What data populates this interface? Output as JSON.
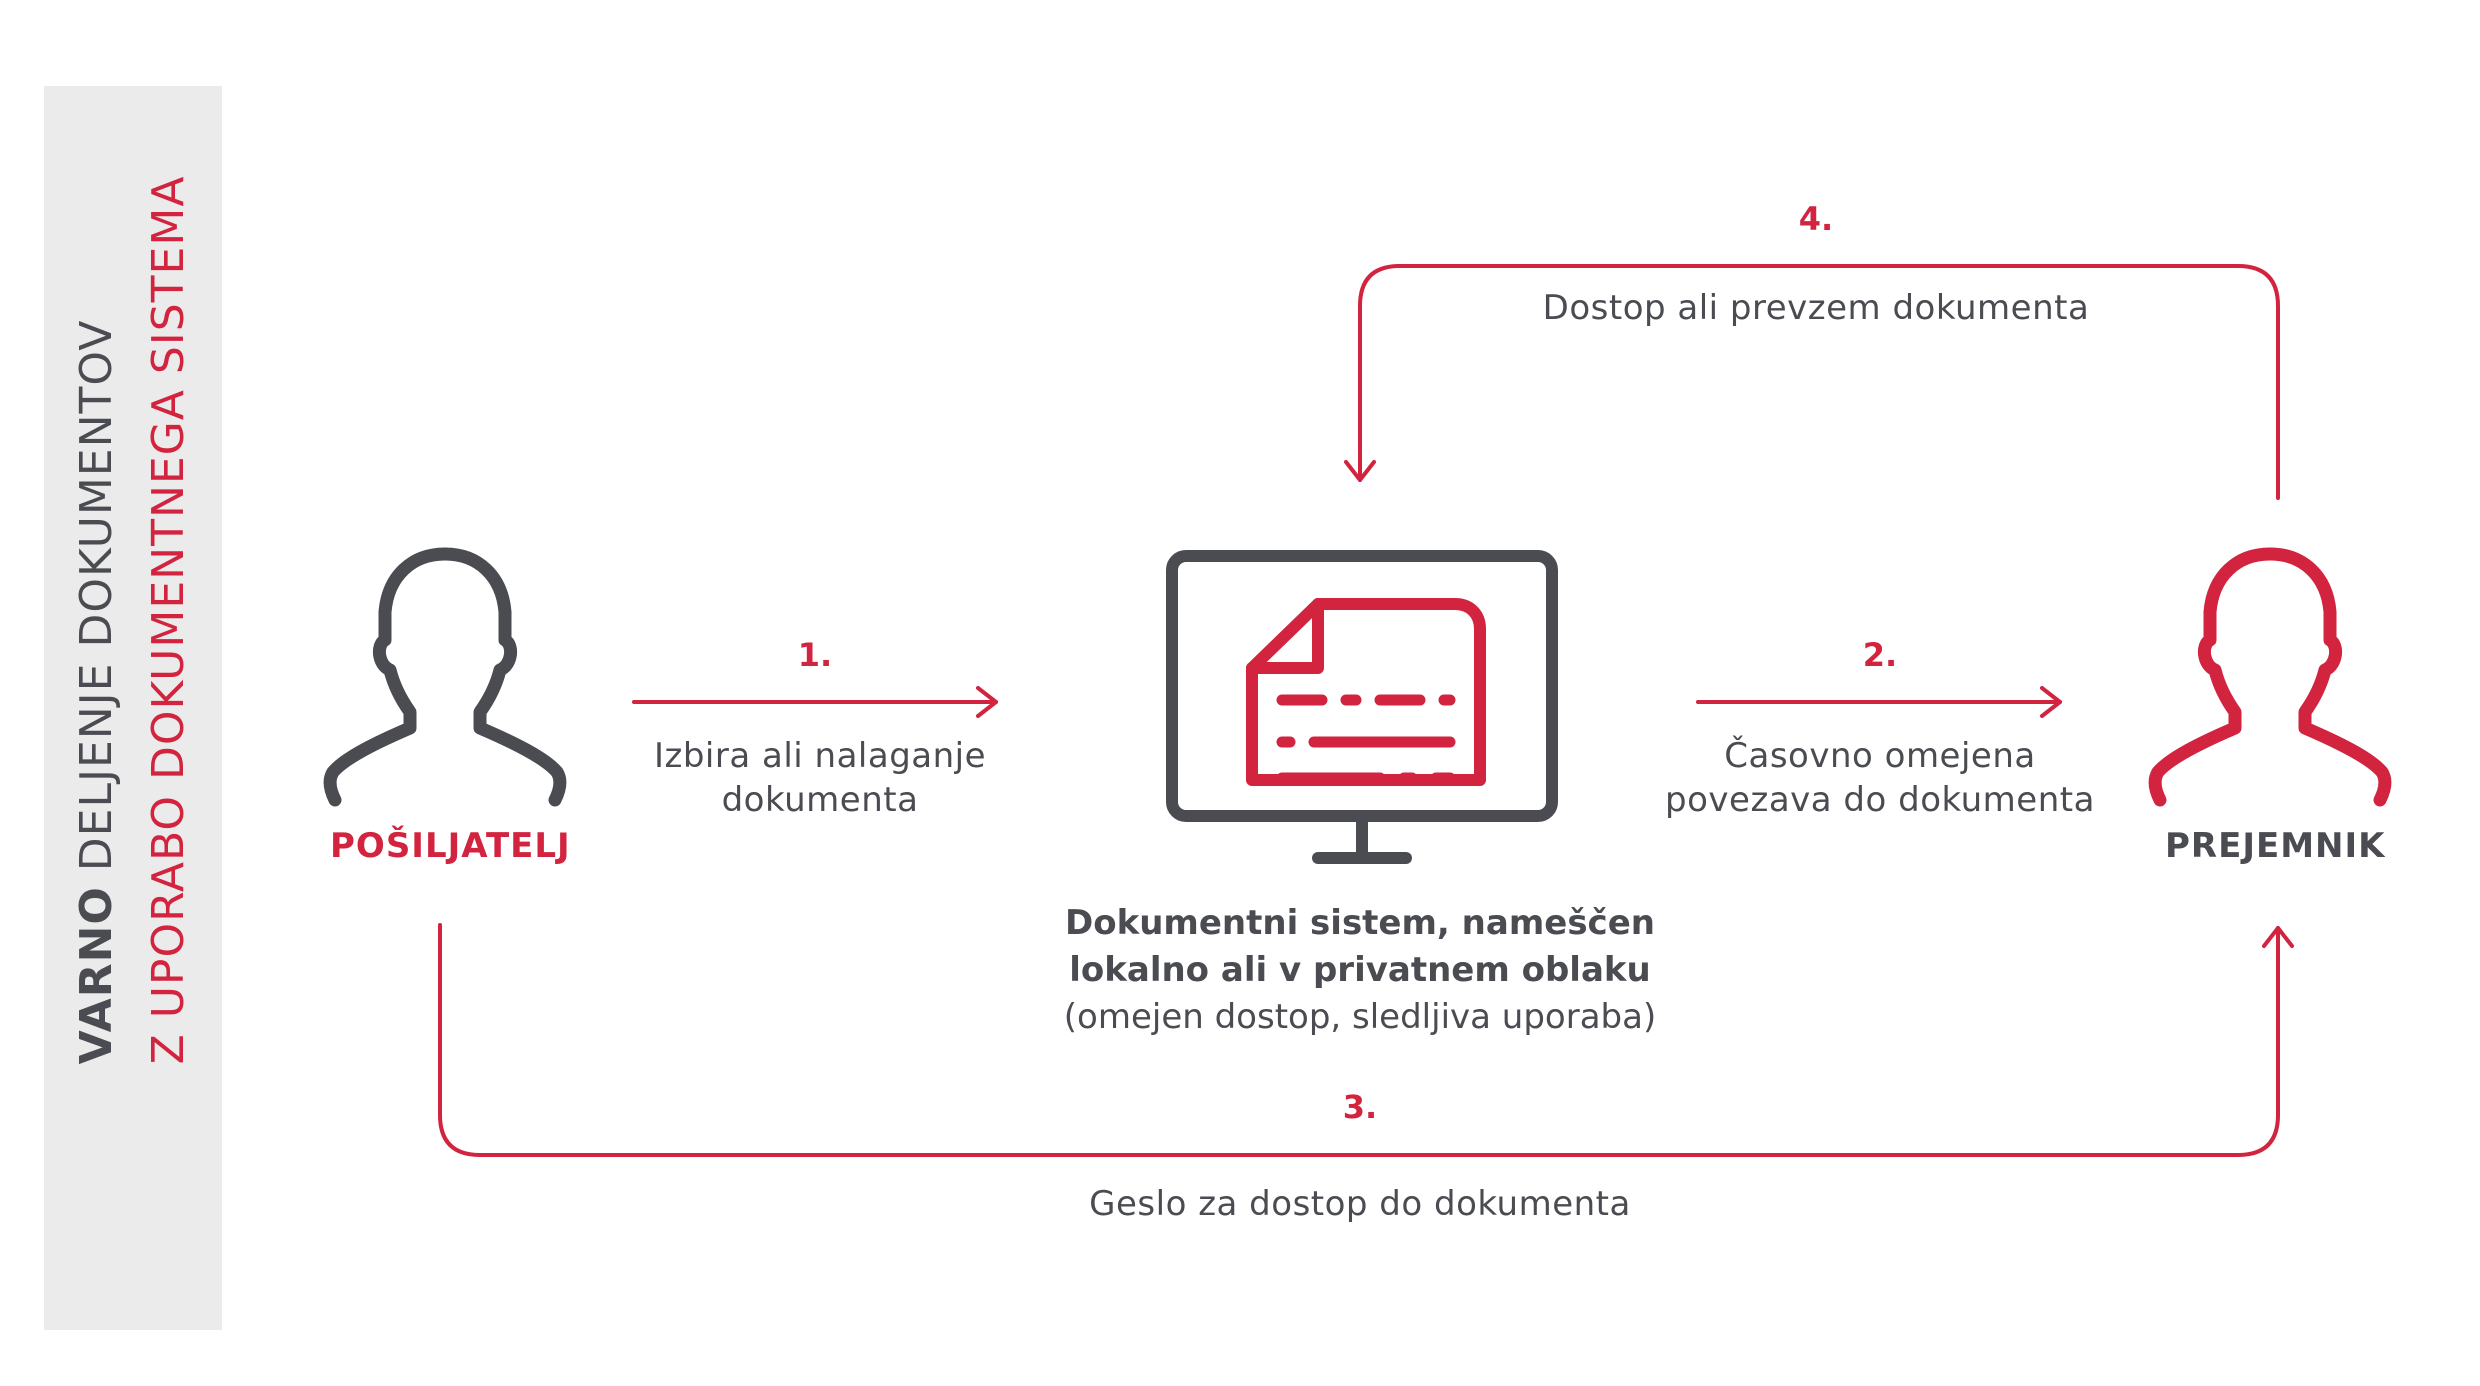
{
  "sidebar": {
    "title_bold": "VARNO",
    "title_rest": " DELJENJE DOKUMENTOV",
    "subtitle": "Z UPORABO DOKUMENTNEGA SISTEMA"
  },
  "sender": {
    "label": "POŠILJATELJ",
    "icon": "person-icon"
  },
  "recipient": {
    "label": "PREJEMNIK",
    "icon": "person-icon"
  },
  "system": {
    "icon": "monitor-document-icon",
    "line1": "Dokumentni sistem, nameščen",
    "line2": "lokalno ali v privatnem oblaku",
    "line3": "(omejen dostop, sledljiva uporaba)"
  },
  "steps": [
    {
      "num": "1.",
      "text_l1": "Izbira ali nalaganje",
      "text_l2": "dokumenta"
    },
    {
      "num": "2.",
      "text_l1": "Časovno omejena",
      "text_l2": "povezava do dokumenta"
    },
    {
      "num": "3.",
      "text_l1": "Geslo za dostop do dokumenta"
    },
    {
      "num": "4.",
      "text_l1": "Dostop ali prevzem dokumenta"
    }
  ],
  "colors": {
    "accent": "#d2233f",
    "dark": "#4a4c52",
    "sidebar_bg": "#ebebeb"
  }
}
